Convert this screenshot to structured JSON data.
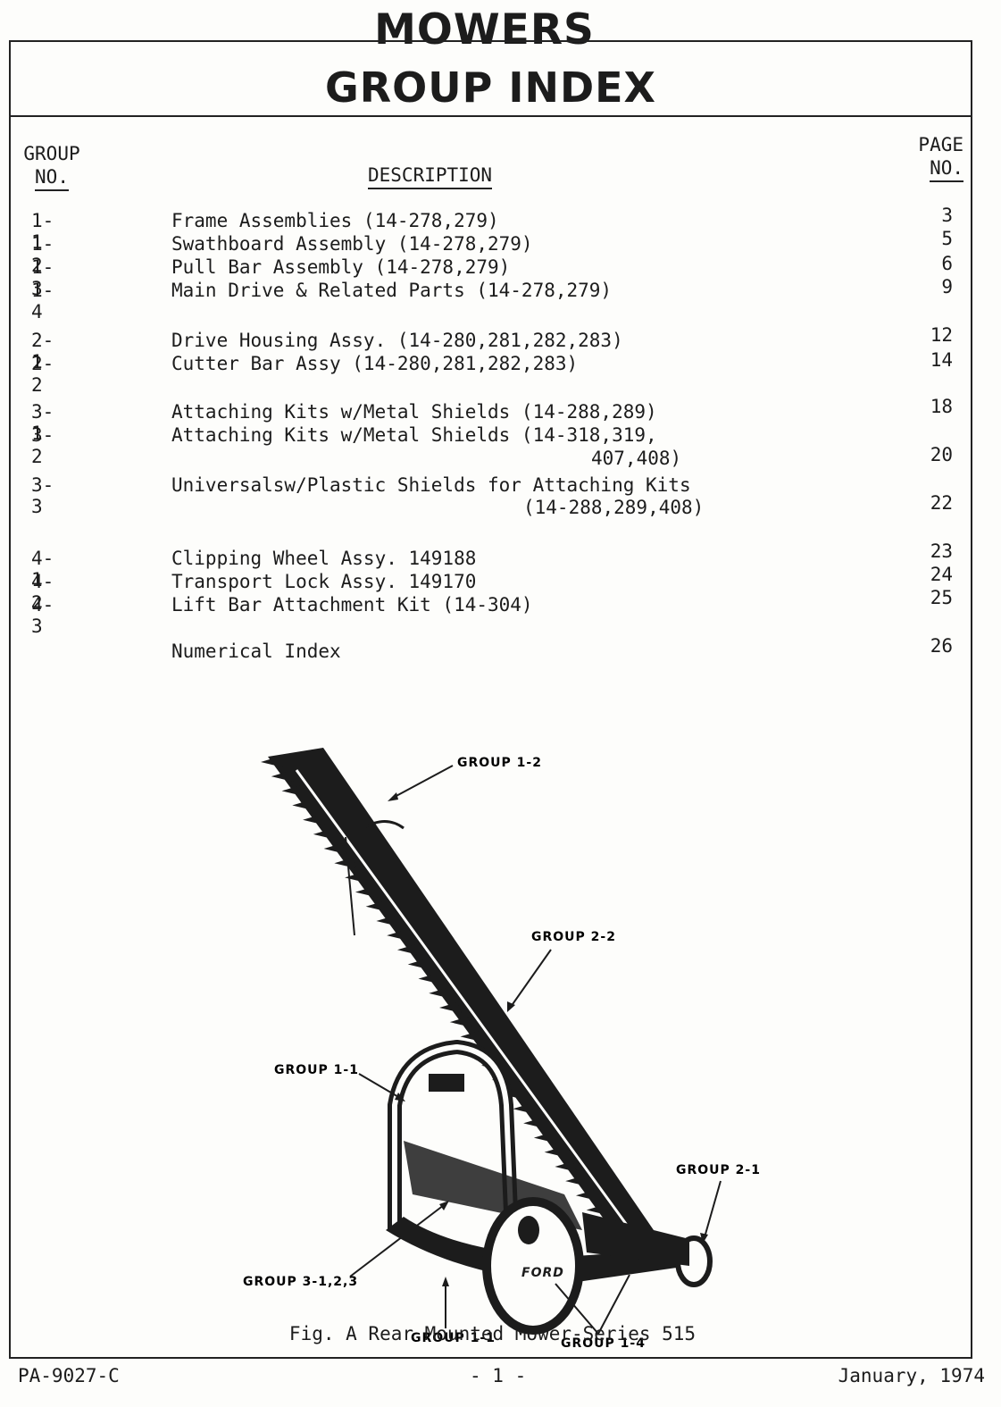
{
  "heading": "MOWERS",
  "title": "GROUP INDEX",
  "columns": {
    "group_line1": "GROUP",
    "group_line2": "NO.",
    "description": "DESCRIPTION",
    "page_line1": "PAGE",
    "page_line2": "NO."
  },
  "rows": [
    {
      "group": "1-1",
      "description": "Frame Assemblies (14-278,279)",
      "page": "3"
    },
    {
      "group": "1-2",
      "description": "Swathboard Assembly (14-278,279)",
      "page": "5"
    },
    {
      "group": "1-3",
      "description": "Pull Bar Assembly (14-278,279)",
      "page": "6"
    },
    {
      "group": "1-4",
      "description": "Main Drive & Related Parts (14-278,279)",
      "page": "9"
    },
    {
      "group": "2-1",
      "description": "Drive Housing Assy. (14-280,281,282,283)",
      "page": "12"
    },
    {
      "group": "2-2",
      "description": "Cutter Bar Assy (14-280,281,282,283)",
      "page": "14"
    },
    {
      "group": "3-1",
      "description": "Attaching Kits w/Metal Shields (14-288,289)",
      "page": "18"
    },
    {
      "group": "3-2",
      "description": "Attaching Kits w/Metal Shields (14-318,319,",
      "description_cont": "407,408)",
      "page": "20"
    },
    {
      "group": "3-3",
      "description": "Universalsw/Plastic Shields for Attaching Kits",
      "description_cont": "(14-288,289,408)",
      "page": "22"
    },
    {
      "group": "4-1",
      "description": "Clipping Wheel Assy. 149188",
      "page": "23"
    },
    {
      "group": "4-2",
      "description": "Transport Lock Assy. 149170",
      "page": "24"
    },
    {
      "group": "4-3",
      "description": "Lift Bar Attachment Kit (14-304)",
      "page": "25"
    },
    {
      "group": "",
      "description": "Numerical Index",
      "page": "26"
    }
  ],
  "figure": {
    "callouts": {
      "g12": "GROUP 1-2",
      "g22": "GROUP 2-2",
      "g11a": "GROUP 1-1",
      "g21": "GROUP 2-1",
      "g3": "GROUP 3-1,2,3",
      "g11b": "GROUP 1-1",
      "g14": "GROUP 1-4"
    },
    "brand": "FORD",
    "caption": "Fig. A Rear Mounted Mower-Series 515"
  },
  "footer": {
    "doc_id": "PA-9027-C",
    "page": "- 1 -",
    "date": "January, 1974"
  }
}
